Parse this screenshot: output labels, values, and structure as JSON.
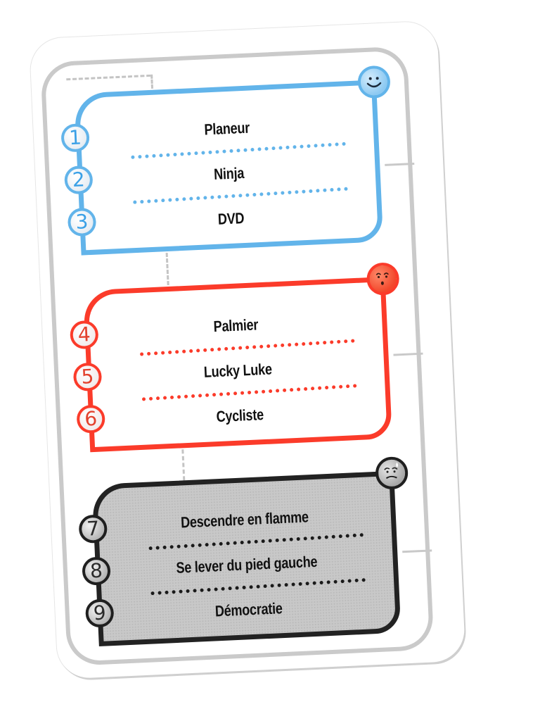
{
  "card": {
    "sections": [
      {
        "level": "easy",
        "color": "#62b4ea",
        "face_icon": "happy-face-icon",
        "items": [
          {
            "number": "1",
            "word": "Planeur"
          },
          {
            "number": "2",
            "word": "Ninja"
          },
          {
            "number": "3",
            "word": "DVD"
          }
        ]
      },
      {
        "level": "medium",
        "color": "#fb3b2a",
        "face_icon": "surprised-face-icon",
        "items": [
          {
            "number": "4",
            "word": "Palmier"
          },
          {
            "number": "5",
            "word": "Lucky Luke"
          },
          {
            "number": "6",
            "word": "Cycliste"
          }
        ]
      },
      {
        "level": "hard",
        "color": "#222222",
        "face_icon": "worried-face-icon",
        "items": [
          {
            "number": "7",
            "word": "Descendre en flamme"
          },
          {
            "number": "8",
            "word": "Se lever du pied gauche"
          },
          {
            "number": "9",
            "word": "Démocratie"
          }
        ]
      }
    ]
  }
}
